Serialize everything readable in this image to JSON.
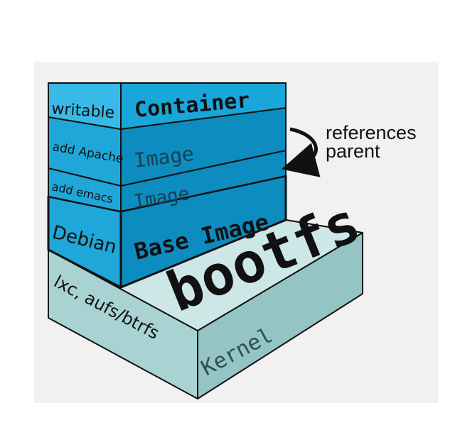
{
  "colors": {
    "background_panel": "#f1f1f1",
    "kernel_top": "#cde6e6",
    "kernel_front": "#a9d2d2",
    "kernel_side": "#95c4c4",
    "layer_front": "#1fa7d9",
    "layer_side": "#0d8cbf",
    "layer_top": "#3dc3ee",
    "container_front": "#38b9e8",
    "container_side": "#19a6d8",
    "container_top": "#7fd6f5",
    "outline": "#111111"
  },
  "layers": {
    "container": {
      "side_label": "writable",
      "front_label": "Container"
    },
    "apache": {
      "side_label": "add Apache",
      "front_label": "Image"
    },
    "emacs": {
      "side_label": "add emacs",
      "front_label": "Image"
    },
    "debian": {
      "side_label": "Debian",
      "front_label": "Base Image"
    },
    "bootfs": {
      "label": "bootfs"
    },
    "kernel": {
      "side_label": "lxc, aufs/btrfs",
      "front_label": "Kernel"
    }
  },
  "annotation": {
    "line1": "references",
    "line2": "parent",
    "icon": "curved-arrow-icon"
  }
}
